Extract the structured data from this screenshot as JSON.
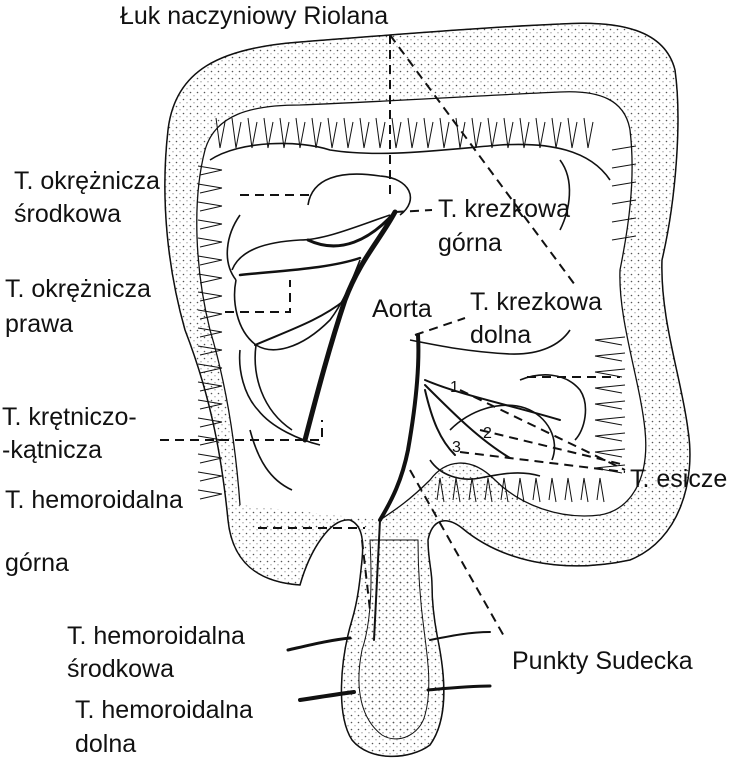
{
  "labels": {
    "riolan_arc": "Łuk naczyniowy Riolana",
    "middle_colic_1": "T. okrężnicza",
    "middle_colic_2": "środkowa",
    "sma_1": "T. krezkowa",
    "sma_2": "górna",
    "right_colic_1": "T. okrężnicza",
    "right_colic_2": "prawa",
    "aorta": "Aorta",
    "ima_1": "T. krezkowa",
    "ima_2": "dolna",
    "ileocolic_1": "T. krętniczo-",
    "ileocolic_2": "-kątnicza",
    "sigmoid": "T. esicze",
    "sup_rectal_1": "T. hemoroidalna",
    "sup_rectal_2": "górna",
    "mid_rectal_1": "T. hemoroidalna",
    "mid_rectal_2": "środkowa",
    "inf_rectal_1": "T. hemoroidalna",
    "inf_rectal_2": "dolna",
    "sudeck": "Punkty Sudecka"
  },
  "sigmoid_numbers": [
    "1",
    "2",
    "3"
  ],
  "colors": {
    "ink": "#111111",
    "stipple": "#555555",
    "background": "#ffffff"
  }
}
